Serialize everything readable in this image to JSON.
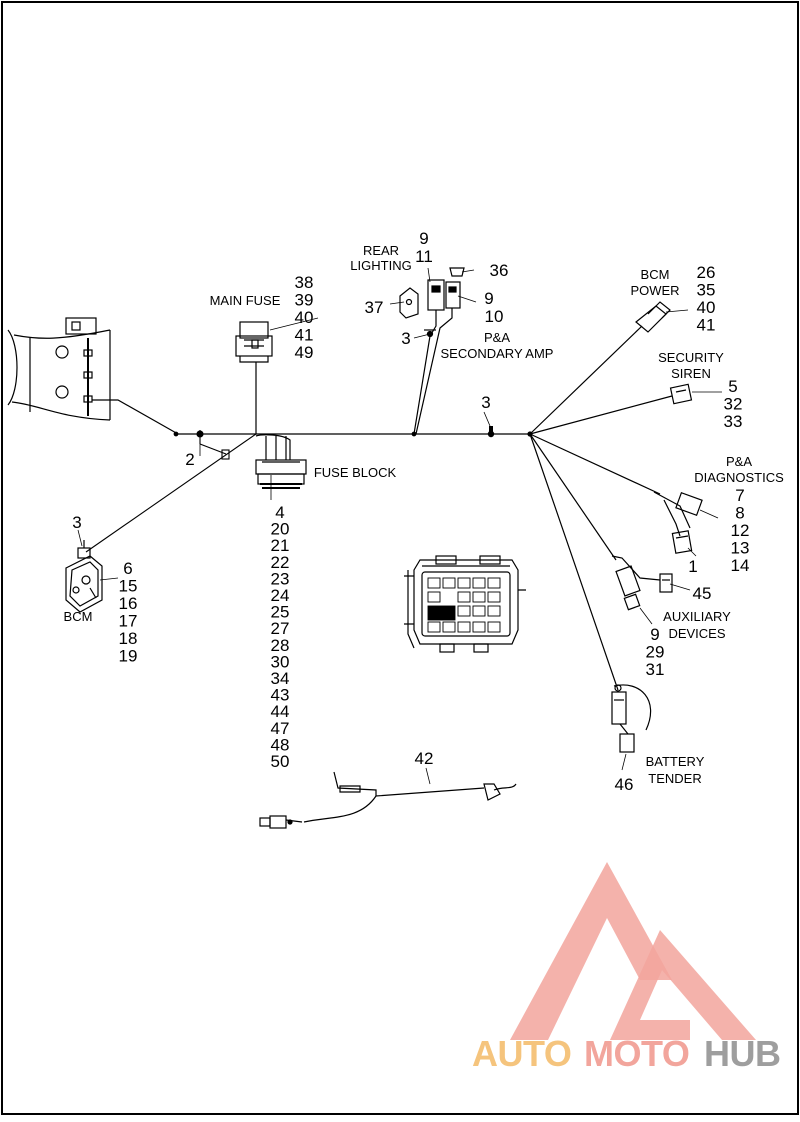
{
  "colors": {
    "line": "#000000",
    "background": "#ffffff",
    "watermark_red": "#f2a59c",
    "watermark_orange": "#f5c47d",
    "watermark_gray": "#9e9e9e"
  },
  "watermark": {
    "auto": "AUTO",
    "moto": "MOTO",
    "hub": "HUB"
  },
  "labels": {
    "rear_lighting_1": "REAR",
    "rear_lighting_2": "LIGHTING",
    "main_fuse": "MAIN FUSE",
    "fuse_block": "FUSE BLOCK",
    "bcm": "BCM",
    "bcm_power_1": "BCM",
    "bcm_power_2": "POWER",
    "pa_secondary_amp_1": "P&A",
    "pa_secondary_amp_2": "SECONDARY AMP",
    "security_siren_1": "SECURITY",
    "security_siren_2": "SIREN",
    "pa_diagnostics_1": "P&A",
    "pa_diagnostics_2": "DIAGNOSTICS",
    "auxiliary_devices_1": "AUXILIARY",
    "auxiliary_devices_2": "DEVICES",
    "battery_tender_1": "BATTERY",
    "battery_tender_2": "TENDER"
  },
  "callouts": {
    "rear_lighting_9": "9",
    "rear_lighting_11": "11",
    "c36": "36",
    "c37": "37",
    "amp_9": "9",
    "amp_10": "10",
    "amp_3": "3",
    "main_fuse_nums": [
      "38",
      "39",
      "40",
      "41",
      "49"
    ],
    "bcm_power_nums": [
      "26",
      "35",
      "40",
      "41"
    ],
    "siren_nums": [
      "5",
      "32",
      "33"
    ],
    "trunk_3": "3",
    "c2": "2",
    "bcm_3": "3",
    "bcm_nums": [
      "6",
      "15",
      "16",
      "17",
      "18",
      "19"
    ],
    "fuse_block_nums": [
      "4",
      "20",
      "21",
      "22",
      "23",
      "24",
      "25",
      "27",
      "28",
      "30",
      "34",
      "43",
      "44",
      "47",
      "48",
      "50"
    ],
    "diag_nums": [
      "7",
      "8",
      "12",
      "13",
      "14"
    ],
    "diag_1": "1",
    "aux_45": "45",
    "aux_nums": [
      "9",
      "29",
      "31"
    ],
    "c46": "46",
    "c42": "42"
  }
}
